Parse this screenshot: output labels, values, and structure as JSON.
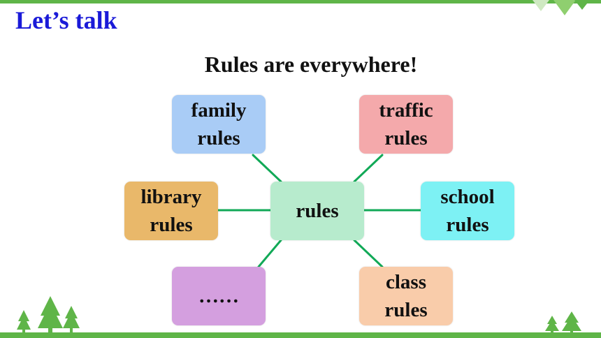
{
  "section_title": "Let’s talk",
  "heading": "Rules are everywhere!",
  "center_node": {
    "label": "rules"
  },
  "nodes": {
    "family": {
      "line1": "family",
      "line2": "rules"
    },
    "traffic": {
      "line1": "traffic",
      "line2": "rules"
    },
    "library": {
      "line1": "library",
      "line2": "rules"
    },
    "school": {
      "line1": "school",
      "line2": "rules"
    },
    "etc": {
      "line1": "……"
    },
    "class": {
      "line1": "class",
      "line2": "rules"
    }
  },
  "colors": {
    "title": "#1a1ad8",
    "connector": "#11a957",
    "family": "#a9ccf6",
    "traffic": "#f4a9ab",
    "library": "#e9b86a",
    "center": "#b7ebcd",
    "school": "#7df1f4",
    "etc": "#d49fdf",
    "class": "#f9ccaa",
    "decoration": "#5fb548"
  }
}
